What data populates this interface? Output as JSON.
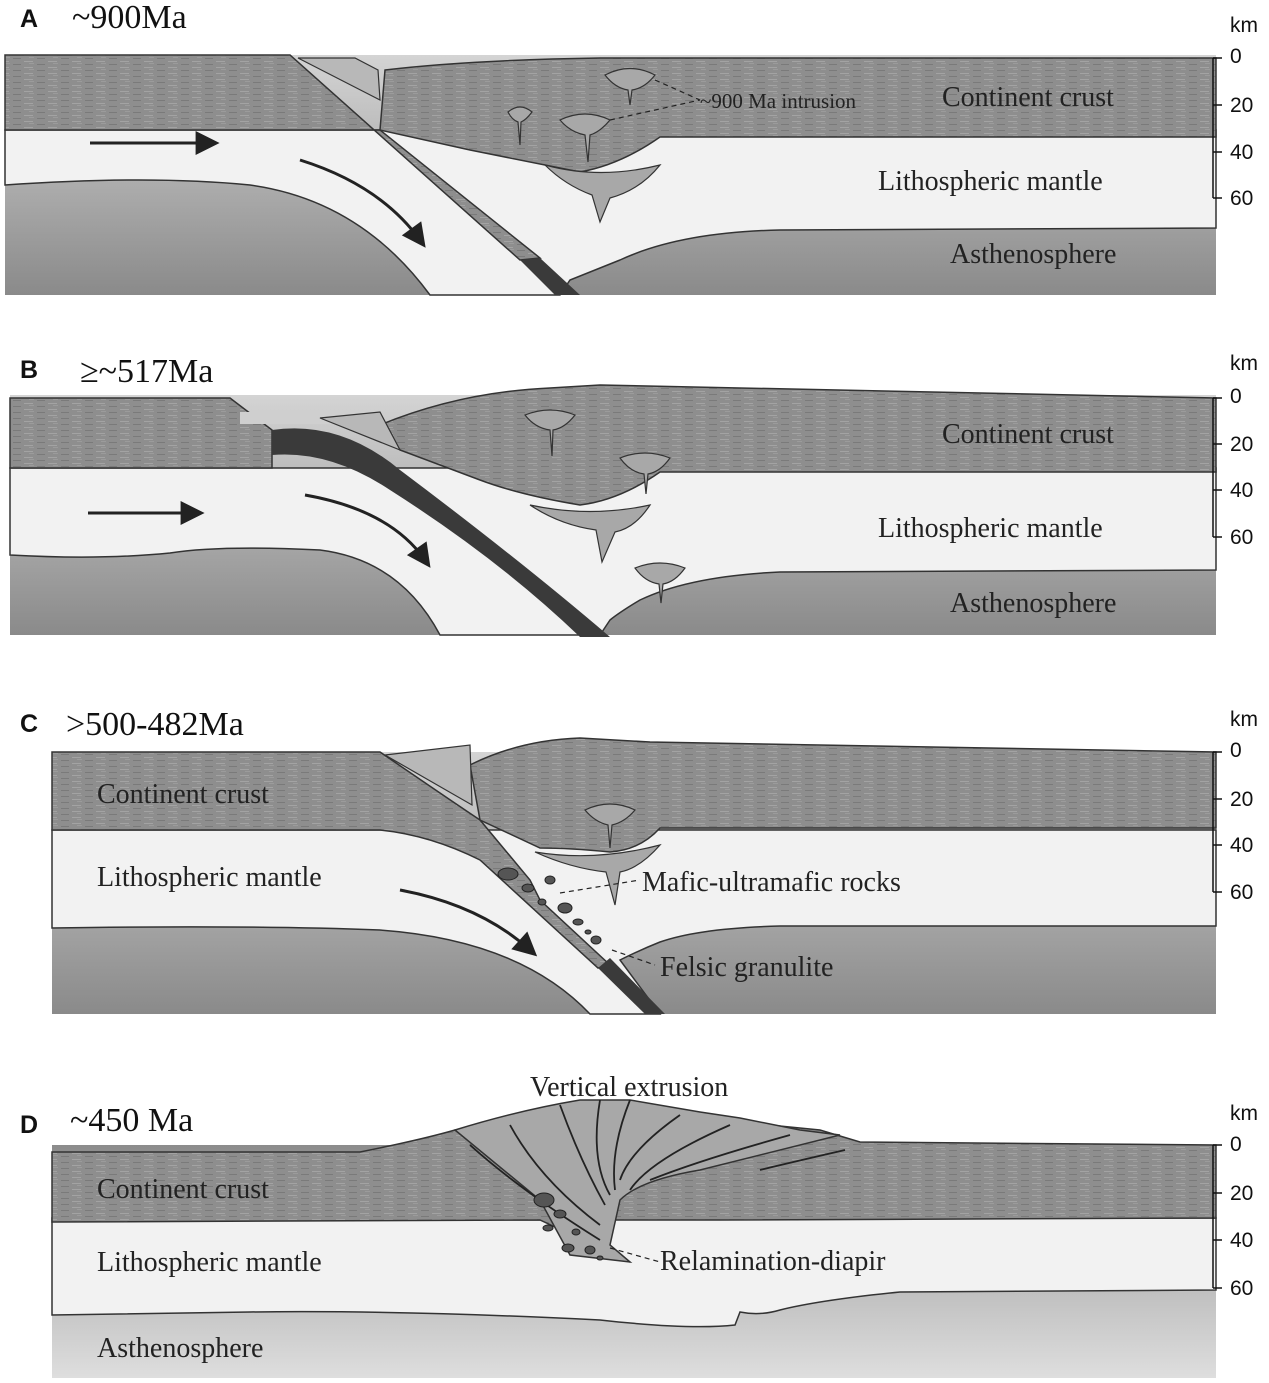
{
  "depth_axis": {
    "unit": "km",
    "ticks": [
      "0",
      "20",
      "40",
      "60"
    ]
  },
  "panels": [
    {
      "letter": "A",
      "age": "~900Ma",
      "labels": {
        "crust": "Continent crust",
        "mantle": "Lithospheric mantle",
        "asthenosphere": "Asthenosphere",
        "intrusion": "~900 Ma intrusion"
      }
    },
    {
      "letter": "B",
      "age": "≥~517Ma",
      "labels": {
        "crust": "Continent crust",
        "mantle": "Lithospheric mantle",
        "asthenosphere": "Asthenosphere"
      }
    },
    {
      "letter": "C",
      "age": ">500-482Ma",
      "labels": {
        "crust": "Continent crust",
        "mantle": "Lithospheric mantle",
        "mafic": "Mafic-ultramafic rocks",
        "felsic": "Felsic granulite"
      }
    },
    {
      "letter": "D",
      "age": "~450 Ma",
      "labels": {
        "crust": "Continent crust",
        "mantle": "Lithospheric mantle",
        "asthenosphere": "Asthenosphere",
        "extrusion": "Vertical extrusion",
        "diapir": "Relamination-diapir"
      }
    }
  ],
  "colors": {
    "crust": "#8f8f8f",
    "mantle": "#f2f2f2",
    "asthenosphere_top": "#d8d8d8",
    "asthenosphere_bottom": "#8c8c8c",
    "slab": "#3a3a3a"
  }
}
